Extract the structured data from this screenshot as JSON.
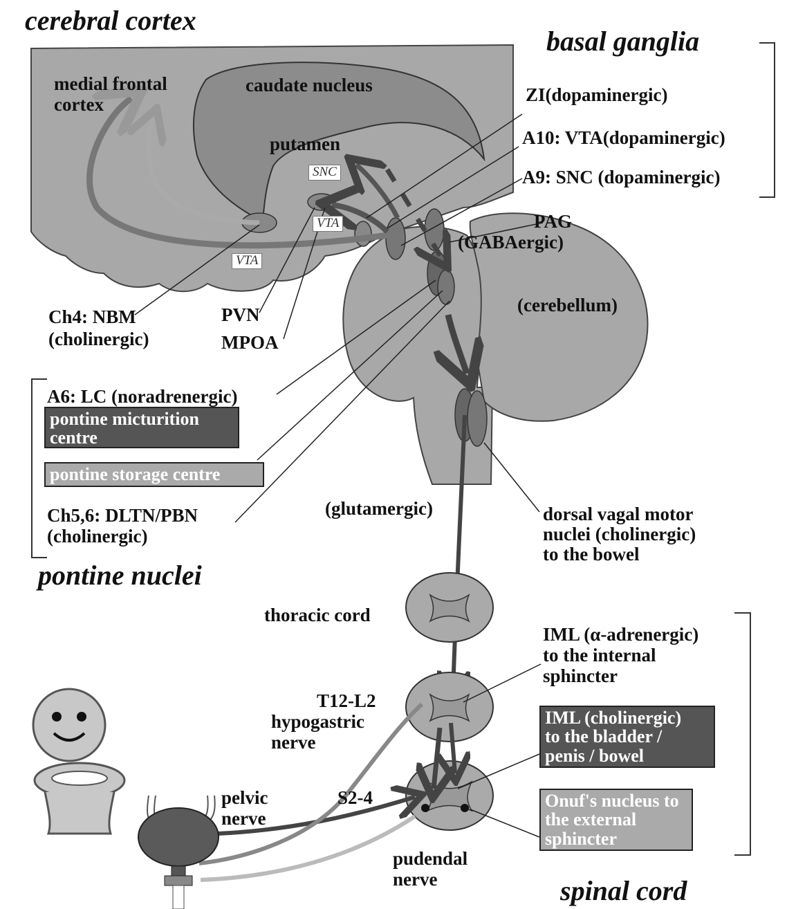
{
  "titles": {
    "cerebral_cortex": "cerebral cortex",
    "basal_ganglia": "basal ganglia",
    "pontine_nuclei": "pontine nuclei",
    "spinal_cord": "spinal cord"
  },
  "brain": {
    "medial_frontal_cortex": [
      "medial frontal",
      "cortex"
    ],
    "caudate_nucleus": "caudate nucleus",
    "putamen": "putamen",
    "cerebellum": "(cerebellum)",
    "tag_snc": "SNC",
    "tag_vta_upper": "VTA",
    "tag_vta_lower": "VTA"
  },
  "basal_ganglia_labels": {
    "zi": "ZI(dopaminergic)",
    "a10": "A10: VTA(dopaminergic)",
    "a9": "A9: SNC (dopaminergic)"
  },
  "pag": [
    "PAG",
    "(GABAergic)"
  ],
  "left_labels": {
    "ch4": [
      "Ch4: NBM",
      "(cholinergic)"
    ],
    "pvn": "PVN",
    "mpoa": "MPOA"
  },
  "pontine": {
    "a6": "A6: LC (noradrenergic)",
    "micturition_box": [
      "pontine micturition",
      "centre"
    ],
    "storage_box": "pontine storage centre",
    "ch56": [
      "Ch5,6: DLTN/PBN",
      "(cholinergic)"
    ]
  },
  "glutamergic": "(glutamergic)",
  "dorsal_vagal": [
    "dorsal vagal motor",
    "nuclei (cholinergic)",
    "to the bowel"
  ],
  "spinal": {
    "thoracic_cord": "thoracic cord",
    "t12": [
      "T12-L2",
      "hypogastric",
      "nerve"
    ],
    "s24": "S2-4",
    "pelvic": [
      "pelvic",
      "nerve"
    ],
    "pudendal": [
      "pudendal",
      "nerve"
    ],
    "iml_alpha": [
      "IML (α-adrenergic)",
      "to the internal",
      "sphincter"
    ],
    "iml_cholinergic_box": [
      "IML (cholinergic)",
      "to the bladder /",
      "penis / bowel"
    ],
    "onuf_box": [
      "Onuf's nucleus to",
      "the external",
      "sphincter"
    ]
  },
  "colors": {
    "brain_fill": "#a9a9a9",
    "structure_fill": "#8c8c8c",
    "pathway_dark": "#444444",
    "pathway_light": "#9a9a9a",
    "box_dark": "#555555",
    "box_light": "#aaaaaa"
  }
}
